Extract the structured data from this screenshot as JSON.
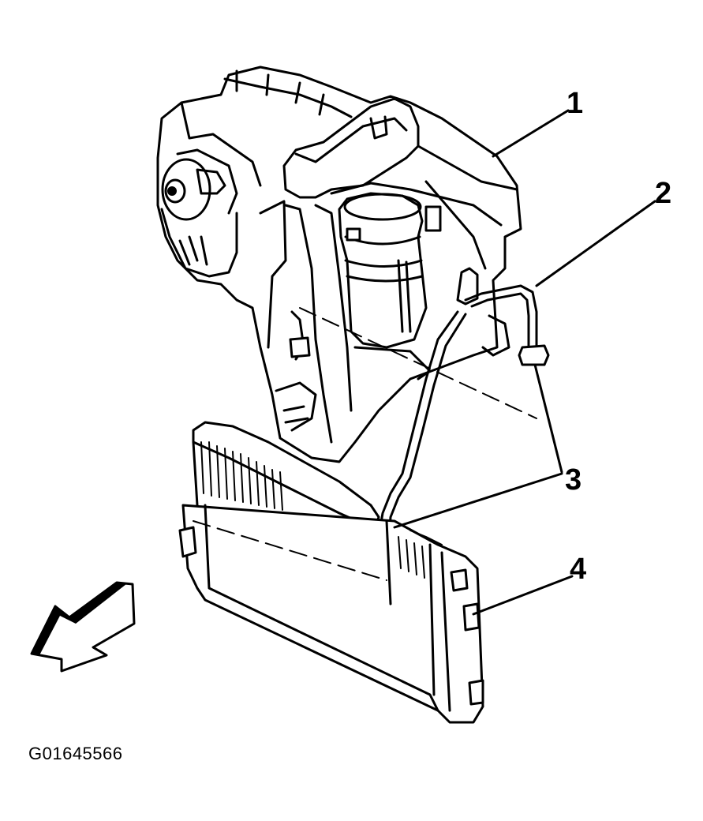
{
  "callouts": [
    {
      "id": "1",
      "label": "1"
    },
    {
      "id": "2",
      "label": "2"
    },
    {
      "id": "3",
      "label": "3"
    },
    {
      "id": "4",
      "label": "4"
    }
  ],
  "figure_id": "G01645566",
  "colors": {
    "ink": "#000000",
    "background": "#ffffff"
  }
}
